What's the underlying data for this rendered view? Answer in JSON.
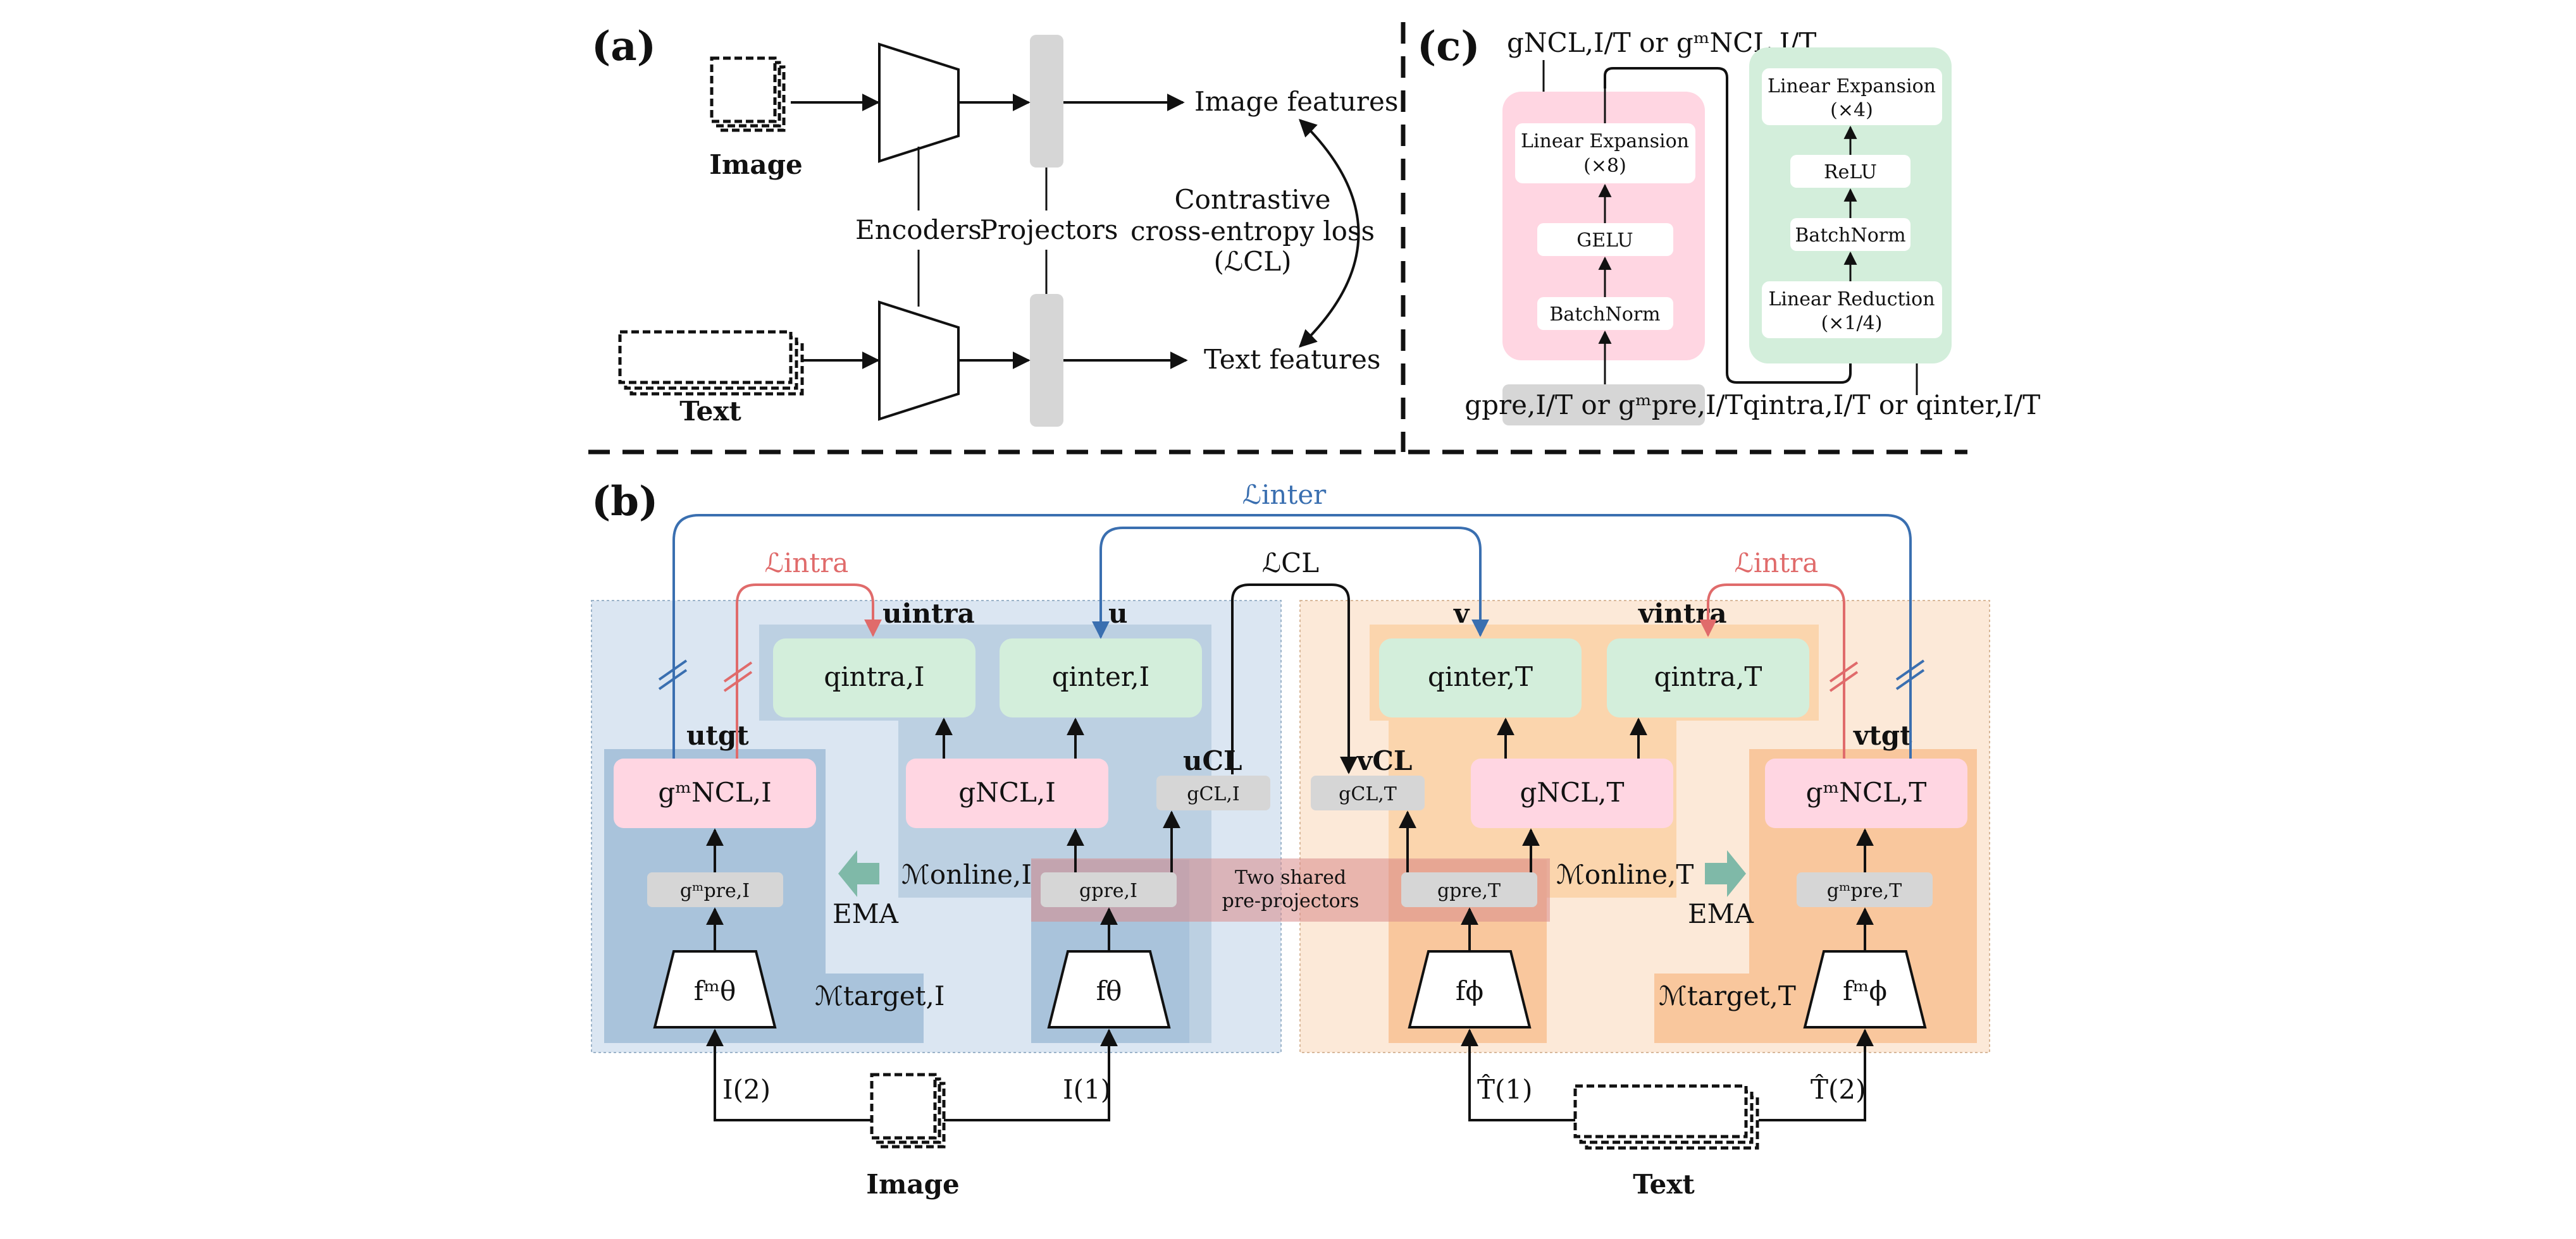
{
  "panels": {
    "a": "(a)",
    "b": "(b)",
    "c": "(c)"
  },
  "colors": {
    "blue_loss": "#3a6fb0",
    "red_loss": "#e06b6b",
    "pink": "#ffd6e2",
    "green": "#d3eedb",
    "grey": "#dcdcdc",
    "blue_bg": "#dbe6f2",
    "blue_mid": "#bcd0e2",
    "blue_dark": "#a9c3db",
    "orange_bg": "#fce9d8",
    "orange_mid": "#fbd5ad",
    "orange_dark": "#f9c79d"
  },
  "panel_a": {
    "image_label": "Image",
    "text_label": "Text",
    "encoders": "Encoders",
    "projectors": "Projectors",
    "image_features": "Image features",
    "text_features": "Text features",
    "loss_line1": "Contrastive",
    "loss_line2": "cross-entropy loss",
    "loss_symbol": "(ℒCL)"
  },
  "panel_c": {
    "top_output": "gNCL,I/T or gᵐNCL,I/T",
    "pink_blocks": [
      "Linear Expansion",
      "(×8)",
      "GELU",
      "BatchNorm"
    ],
    "green_blocks": [
      "Linear Expansion",
      "(×4)",
      "ReLU",
      "BatchNorm",
      "Linear Reduction",
      "(×1/4)"
    ],
    "bottom_input": "gpre,I/T or gᵐpre,I/T",
    "right_output": "qintra,I/T or qinter,I/T"
  },
  "panel_b": {
    "loss_inter": "ℒinter",
    "loss_intra_left": "ℒintra",
    "loss_intra_right": "ℒintra",
    "loss_cl": "ℒCL",
    "u_intra": "uintra",
    "u": "u",
    "v": "v",
    "v_intra": "vintra",
    "u_tgt": "utgt",
    "v_tgt": "vtgt",
    "u_cl": "uCL",
    "v_cl": "vCL",
    "q_intra_I": "qintra,I",
    "q_inter_I": "qinter,I",
    "q_inter_T": "qinter,T",
    "q_intra_T": "qintra,T",
    "g_ncl_m_I": "gᵐNCL,I",
    "g_ncl_I": "gNCL,I",
    "g_cl_I": "gCL,I",
    "g_cl_T": "gCL,T",
    "g_ncl_T": "gNCL,T",
    "g_ncl_m_T": "gᵐNCL,T",
    "g_pre_m_I": "gᵐpre,I",
    "g_pre_I": "gpre,I",
    "g_pre_T": "gpre,T",
    "g_pre_m_T": "gᵐpre,T",
    "f_theta_m": "fᵐθ",
    "f_theta": "fθ",
    "f_phi": "fϕ",
    "f_phi_m": "fᵐϕ",
    "m_online_I": "ℳonline,I",
    "m_online_T": "ℳonline,T",
    "m_target_I": "ℳtarget,I",
    "m_target_T": "ℳtarget,T",
    "ema_left": "EMA",
    "ema_right": "EMA",
    "shared_line1": "Two shared",
    "shared_line2": "pre-projectors",
    "I2": "I(2)",
    "I1": "I(1)",
    "T1": "T̂(1)",
    "T2": "T̂(2)",
    "image_label": "Image",
    "text_label": "Text"
  }
}
